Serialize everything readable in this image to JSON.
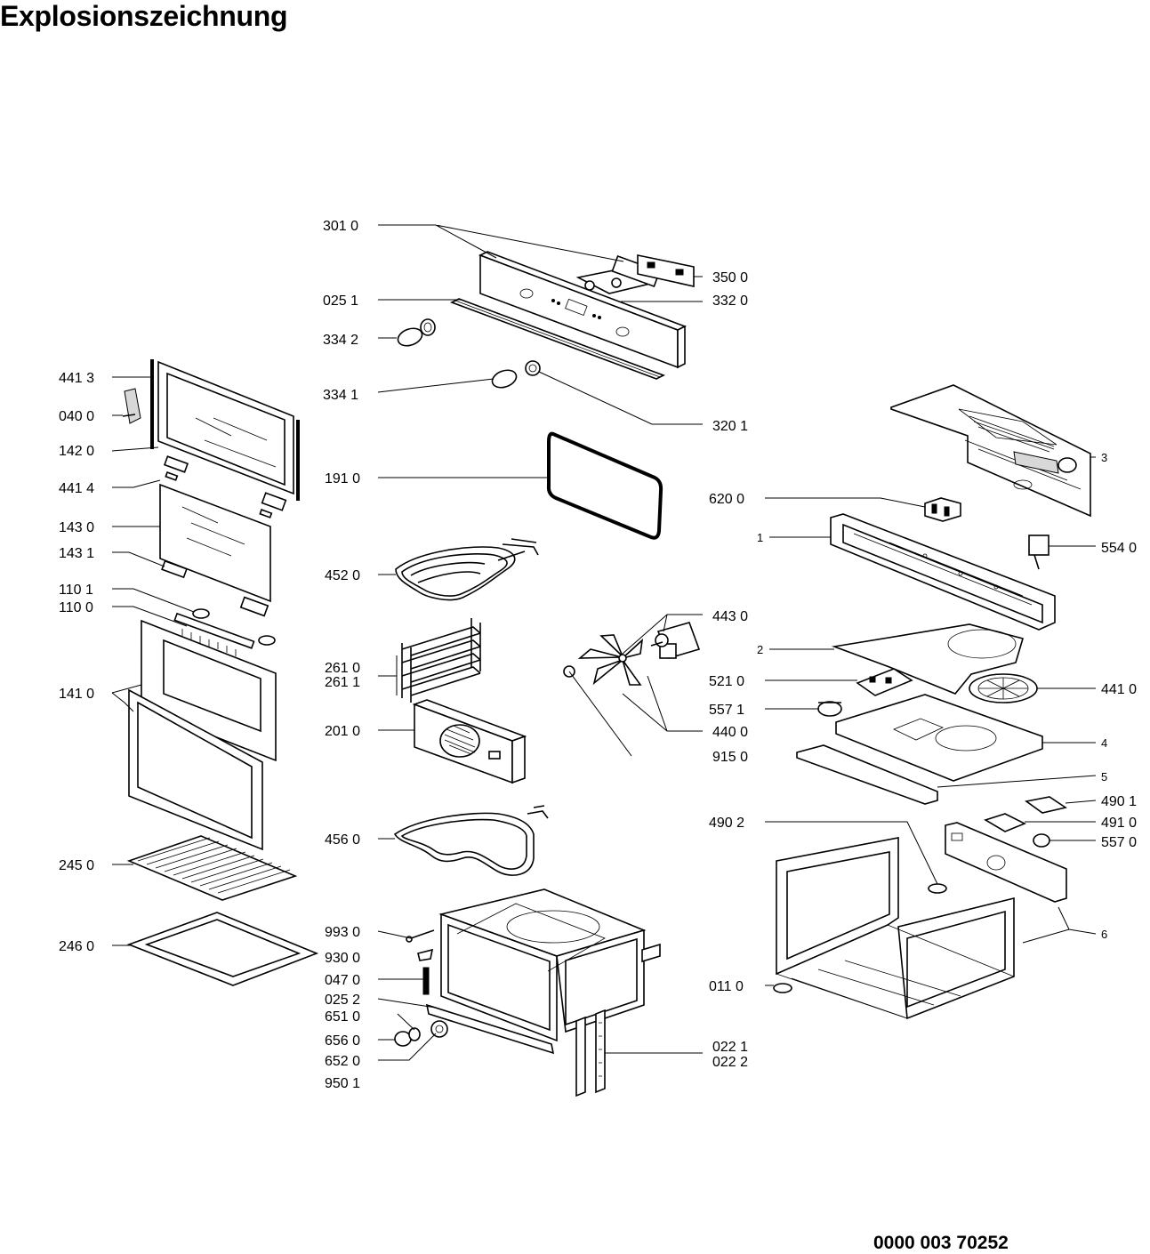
{
  "title": "Explosionszeichnung",
  "document_number": "0000 003 70252",
  "labels": {
    "l3010": "301 0",
    "l3500": "350 0",
    "l0251": "025 1",
    "l3320": "332 0",
    "l3342": "334 2",
    "l3341": "334 1",
    "l3201": "320 1",
    "l1910": "191 0",
    "l4520": "452 0",
    "l2610": "261 0",
    "l2611": "261 1",
    "l2010": "201 0",
    "l4560": "456 0",
    "l9930": "993 0",
    "l9300": "930 0",
    "l0470": "047 0",
    "l0252": "025 2",
    "l6510": "651 0",
    "l6560": "656 0",
    "l6520": "652 0",
    "l9501": "950 1",
    "l0221": "022 1",
    "l0222": "022 2",
    "l4413": "441 3",
    "l0400": "040 0",
    "l1420": "142 0",
    "l4414": "441 4",
    "l1430": "143 0",
    "l1431": "143 1",
    "l1101": "110 1",
    "l1100": "110 0",
    "l1410": "141 0",
    "l2450": "245 0",
    "l2460": "246 0",
    "l6200": "620 0",
    "l5540": "554 0",
    "l4430": "443 0",
    "l5210": "521 0",
    "l4410": "441 0",
    "l5571": "557 1",
    "l4400": "440 0",
    "l9150": "915 0",
    "l4901": "490 1",
    "l4902": "490 2",
    "l4910": "491 0",
    "l5570": "557 0",
    "l0110": "011 0",
    "n1": "1",
    "n2": "2",
    "n3": "3",
    "n4": "4",
    "n5": "5",
    "n6": "6"
  }
}
